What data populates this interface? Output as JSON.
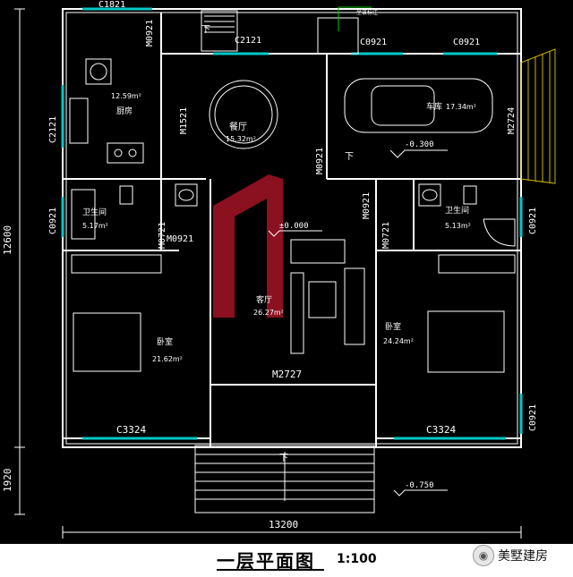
{
  "drawing": {
    "title": "一层平面图",
    "scale": "1:100",
    "watermark": "美墅建房",
    "top_note": "坐该标注",
    "accent_colors": {
      "walls": "#ffffff",
      "windows": "#00c8c8",
      "stair_rail": "#e6e650",
      "stair_right": "#c8b400",
      "logo_mark": "#8b1020",
      "dim_lines": "#ffffff"
    }
  },
  "rooms": {
    "kitchen": {
      "name": "厨房",
      "area": "12.59m²"
    },
    "dining": {
      "name": "餐厅",
      "area": "15.32m²"
    },
    "garage": {
      "name": "车库",
      "area": "17.34m²"
    },
    "bath_left": {
      "name": "卫生间",
      "area": "5.17m²"
    },
    "bath_right": {
      "name": "卫生间",
      "area": "5.13m²"
    },
    "living": {
      "name": "客厅",
      "area": "26.27m²"
    },
    "bed_left": {
      "name": "卧室",
      "area": "21.62m²"
    },
    "bed_right": {
      "name": "卧室",
      "area": "24.24m²"
    }
  },
  "openings": {
    "c1821": "C1821",
    "m0921_top": "M0921",
    "c2121_top": "C2121",
    "c0921_top_a": "C0921",
    "c0921_top_b": "C0921",
    "c2121_left": "C2121",
    "m1521": "M1521",
    "m2724": "M2724",
    "m0921_garage": "M0921",
    "c0921_left": "C0921",
    "m0721_left": "M0721",
    "m0921_mid_left": "M0921",
    "m0921_mid_right": "M0921",
    "m0721_right": "M0721",
    "c0921_right_a": "C0921",
    "c0921_right_b": "C0921",
    "m2727": "M2727",
    "c3324_left": "C3324",
    "c3324_right": "C3324"
  },
  "levels": {
    "garage": "-0.300",
    "main": "±0.000",
    "porch": "-0.750"
  },
  "stair_marks": {
    "top": "下",
    "garage": "下",
    "porch": "下"
  },
  "dimensions": {
    "total_width": "13200",
    "total_depth": "12600",
    "porch_depth": "1920"
  }
}
